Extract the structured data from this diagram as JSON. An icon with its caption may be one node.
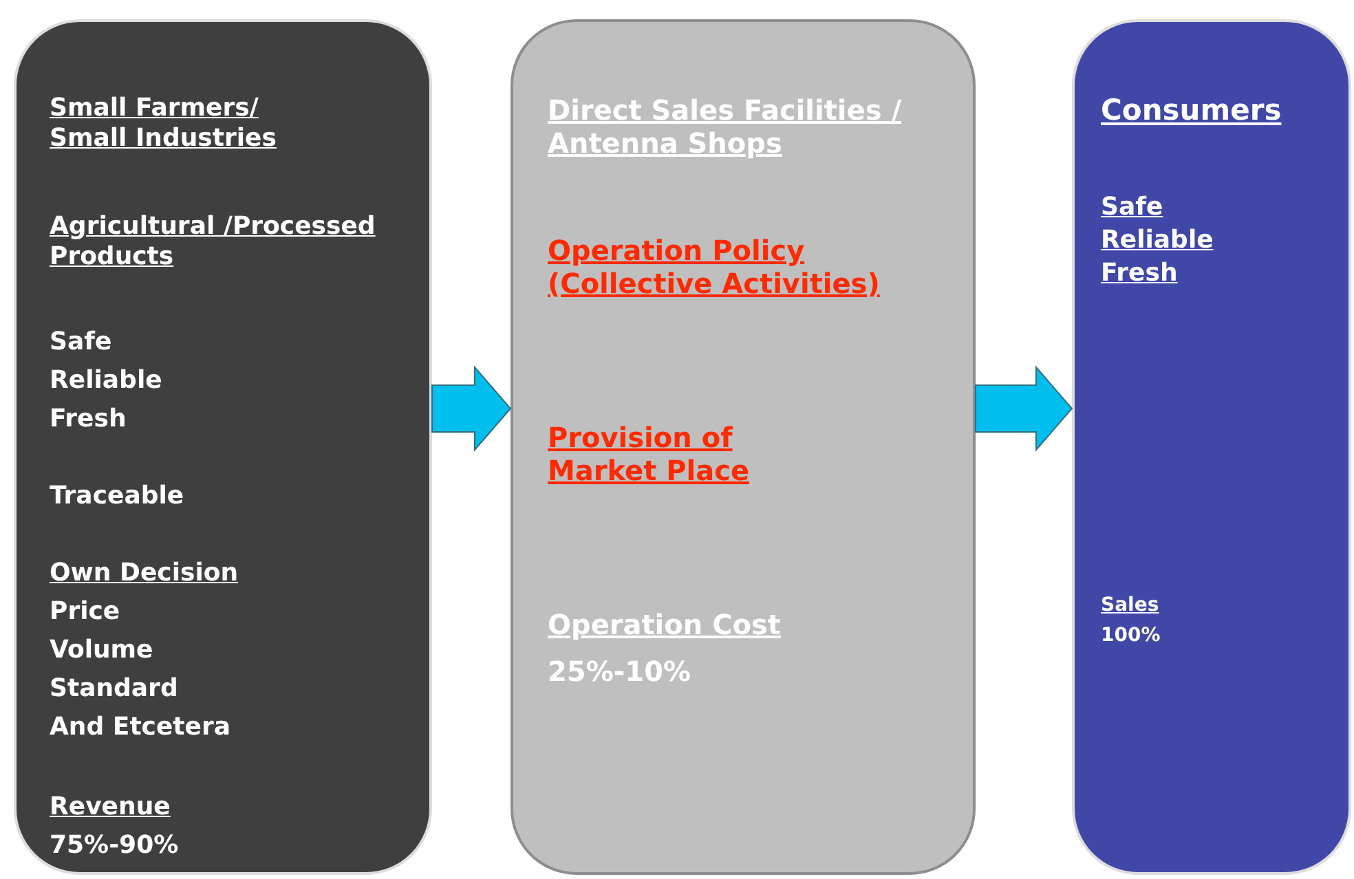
{
  "diagram": {
    "nodes": [
      {
        "text": [
          "Small Farmers/ Small Industries",
          "Agricultural /Processed Products",
          "Safe",
          "Reliable",
          "Fresh",
          "Traceable",
          "Own Decision",
          "Price",
          "Volume",
          "Standard",
          "And Etcetera",
          "Revenue",
          "75%-90%"
        ]
      },
      {
        "text": [
          "Direct Sales Facilities / Antenna Shops",
          "Operation Policy (Collective Activities)",
          "Provision of Market Place",
          "Operation Cost",
          "25%-10%"
        ]
      },
      {
        "text": [
          "Consumers",
          "Safe",
          "Reliable",
          "Fresh",
          "Sales",
          "100%"
        ]
      }
    ],
    "edges": [
      {
        "from": 0,
        "to": 1,
        "arrow": "to",
        "style": "thick"
      },
      {
        "from": 1,
        "to": 2,
        "arrow": "to",
        "style": "thick"
      }
    ]
  }
}
